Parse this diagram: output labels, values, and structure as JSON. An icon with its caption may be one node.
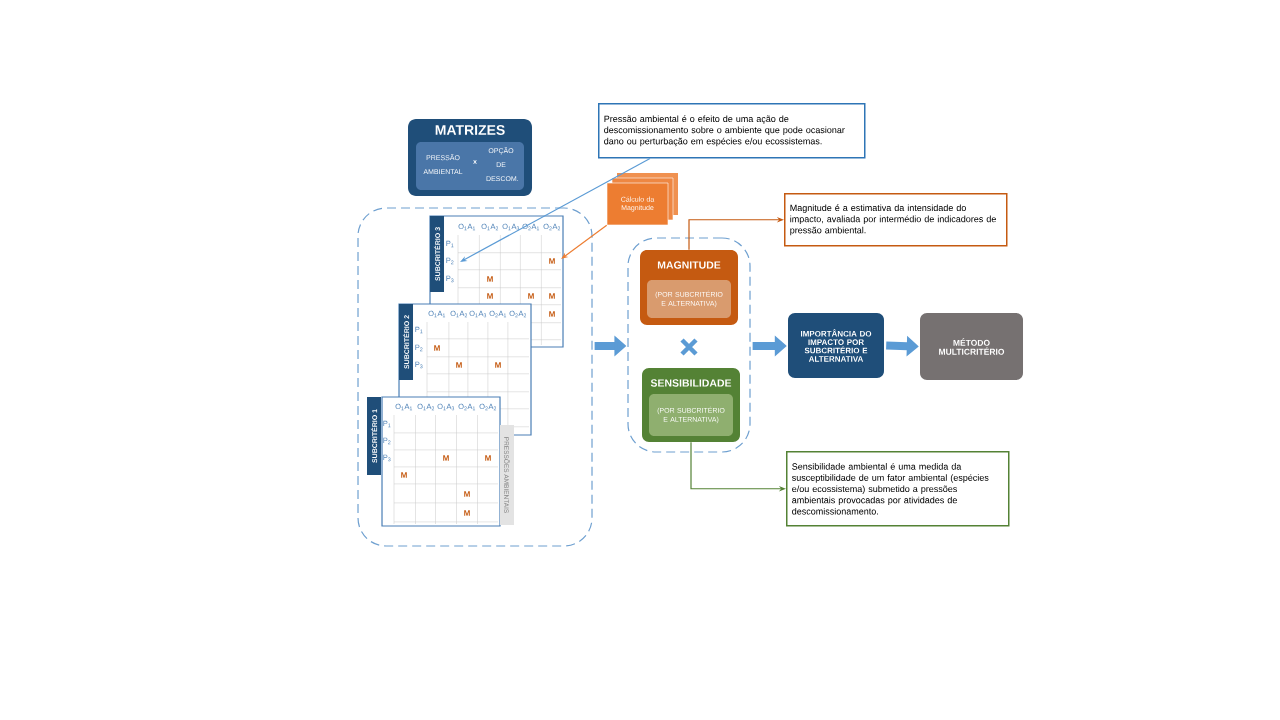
{
  "diagram": {
    "nodes": [
      {
        "text": [
          "MATRIZES"
        ]
      },
      {
        "text": [
          "PRESSÃO AMBIENTAL",
          "x",
          "OPÇÃO DE DESCOM."
        ],
        "in": 0
      },
      {
        "text": [],
        "shape": "box"
      },
      {
        "text": [
          "SUBCRITÉRIO 3",
          "O$_{1}$A$_{1}$",
          "O$_{1}$A$_{2}$",
          "O$_{1}$A$_{3}$",
          "O$_{2}$A$_{1}$",
          "O$_{2}$A$_{2}$",
          "P$_{1}$",
          "P$_{2}$",
          "P$_{3}$",
          "M",
          "M",
          "M",
          "M",
          "M",
          "M"
        ],
        "in": 2
      },
      {
        "text": [
          "SUBCRITÉRIO 2",
          "O$_{1}$A$_{1}$",
          "O$_{1}$A$_{2}$",
          "O$_{1}$A$_{3}$",
          "O$_{2}$A$_{1}$",
          "O$_{2}$A$_{2}$",
          "P$_{1}$",
          "P$_{2}$",
          "P$_{3}$",
          "M",
          "M",
          "M"
        ],
        "in": 2
      },
      {
        "text": [
          "SUBCRITÉRIO 1",
          "O$_{1}$A$_{1}$",
          "O$_{1}$A$_{2}$",
          "O$_{1}$A$_{3}$",
          "O$_{2}$A$_{1}$",
          "O$_{2}$A$_{2}$",
          "P$_{1}$",
          "P$_{2}$",
          "P$_{3}$",
          "M",
          "M",
          "M",
          "M",
          "M",
          "PRESSÕES AMBIENTAIS"
        ],
        "in": 2
      },
      {
        "text": [
          "Pressão ambiental é o efeito de uma ação de descomissionamento sobre o ambiente que pode ocasionar dano ou perturbação em espécies e/ou ecossistemas."
        ]
      },
      {
        "text": [
          "Cálculo da Magnitude"
        ]
      },
      {
        "text": [],
        "shape": "box"
      },
      {
        "text": [
          "MAGNITUDE",
          "(POR SUBCRITÉRIO E ALTERNATIVA)"
        ],
        "in": 8
      },
      {
        "text": [
          "SENSIBILIDADE",
          "(POR SUBCRITÉRIO E ALTERNATIVA)"
        ],
        "in": 8
      },
      {
        "text": [
          "Magnitude é a estimativa da intensidade do impacto, avaliada por intermédio de indicadores de pressão ambiental."
        ]
      },
      {
        "text": [
          "IMPORTÂNCIA DO IMPACTO POR SUBCRITÉRIO E ALTERNATIVA"
        ]
      },
      {
        "text": [
          "MÉTODO MULTICRITÉRIO"
        ]
      },
      {
        "text": [
          "Sensibilidade ambiental é uma medida da susceptibilidade de um fator ambiental (espécies e/ou ecossistema) submetido a pressões ambientais provocadas por atividades de descomissionamento."
        ]
      }
    ],
    "edges": [
      {
        "from": 6,
        "to": 3,
        "arrow": "to"
      },
      {
        "from": 7,
        "to": 3,
        "arrow": "to",
        "color": "#ed7d31"
      },
      {
        "from": 2,
        "to": 8,
        "arrow": "to",
        "style": "thick"
      },
      {
        "from": 9,
        "to": 11,
        "arrow": "to",
        "color": "#c55a11"
      },
      {
        "from": 10,
        "to": 14,
        "arrow": "to",
        "color": "#548235"
      },
      {
        "from": 8,
        "to": 12,
        "arrow": "to",
        "style": "thick"
      },
      {
        "from": 12,
        "to": 13,
        "arrow": "to",
        "style": "thick"
      }
    ]
  }
}
